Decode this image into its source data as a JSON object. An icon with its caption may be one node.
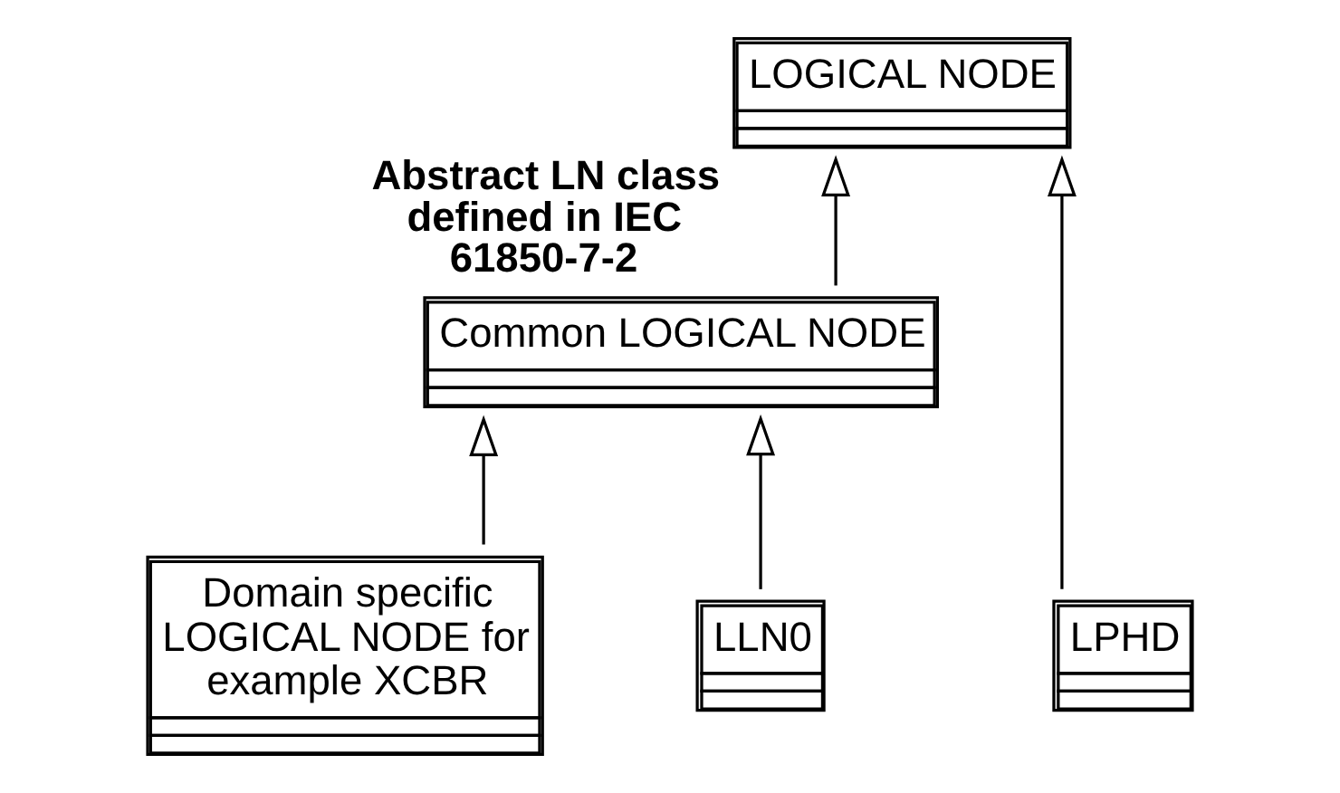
{
  "diagram": {
    "nodes": [
      {
        "text": [
          "LOGICAL NODE"
        ],
        "beside": [
          "Abstract LN class defined in IEC 61850-7-2"
        ]
      },
      {
        "text": [
          "Common LOGICAL NODE"
        ]
      },
      {
        "text": [
          "LPHD"
        ]
      },
      {
        "text": [
          "Domain specific LOGICAL NODE for example XCBR"
        ]
      },
      {
        "text": [
          "LLN0"
        ]
      }
    ],
    "edges": [
      {
        "from": 1,
        "to": 0,
        "arrow": "to"
      },
      {
        "from": 2,
        "to": 0,
        "arrow": "to"
      },
      {
        "from": 3,
        "to": 1,
        "arrow": "to"
      },
      {
        "from": 4,
        "to": 1,
        "arrow": "to"
      }
    ]
  }
}
